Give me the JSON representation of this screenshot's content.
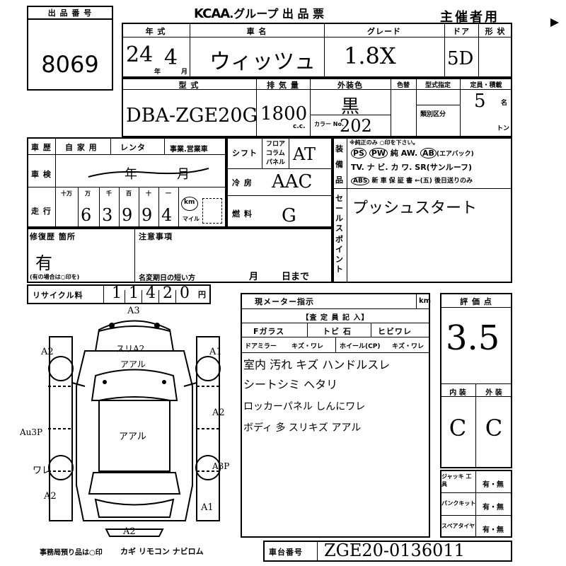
{
  "header": {
    "lot_label": "出 品 番 号",
    "lot_number": "8069",
    "brand": "KCAA",
    "title_rest": ".グループ 出 品 票",
    "organizer": "主催者用"
  },
  "row1": {
    "year_label": "年 式",
    "model_label": "車 名",
    "grade_label": "グレード",
    "door_label": "ドア",
    "shape_label": "形 状",
    "year_value": "24",
    "month_value": "4",
    "year_unit": "年",
    "month_unit": "月",
    "model_value": "ウィッツュ",
    "grade_value": "1.8X",
    "door_value": "5D"
  },
  "row2": {
    "type_label": "型 式",
    "displacement_label": "排 気 量",
    "color_label": "外装色",
    "color_plate_label": "色替",
    "type_designation_label": "型式指定",
    "capacity_label": "定員・積載",
    "class_label": "類別区分",
    "type_value": "DBA-ZGE20G",
    "displacement_value": "1800",
    "cc_unit": "c.c.",
    "color_value": "黒",
    "color_no_label": "カラー No.",
    "color_no_value": "202",
    "capacity_value": "5",
    "capacity_unit": "名",
    "load_unit": "トン"
  },
  "history": {
    "history_label": "車 歴",
    "private_label": "自 家 用",
    "rental_label": "レンタ",
    "business_label": "事業.営業車",
    "inspection_label": "車 検",
    "inspection_year": "年",
    "inspection_month": "月",
    "mileage_label": "走 行",
    "digit_labels": [
      "十万",
      "万",
      "千",
      "百",
      "十",
      "一"
    ],
    "mileage_digits": [
      "6",
      "3",
      "9",
      "9",
      "4"
    ],
    "km_label": "km",
    "mile_label": "マイル"
  },
  "specs": {
    "shift_label": "シフト",
    "floor_label": "フロア",
    "column_label": "コラム",
    "panel_label": "パネル",
    "shift_value": "AT",
    "ac_label": "冷 房",
    "ac_value": "AAC",
    "fuel_label": "燃 料",
    "fuel_value": "G"
  },
  "equipment": {
    "label_chars": [
      "装",
      "備",
      "品"
    ],
    "note": "※純正のみ ○印を下さい。",
    "line1_a": "PS",
    "line1_b": "PW",
    "line1_c": "純 AW.",
    "line1_d": "AB",
    "line1_e": "(エアバック)",
    "line2": "TV. ナ ビ. カ ワ. SR(サンルーフ)",
    "line3_a": "ABS",
    "line3_b": "新 車 保 証 書 ←(五) 後日送りのみ"
  },
  "sale_point": {
    "label_chars": [
      "セ",
      "ー",
      "ル",
      "ス",
      "ポ",
      "イ",
      "ン",
      "ト"
    ],
    "value": "プッシュスタート"
  },
  "repair": {
    "label": "修復歴 箇所",
    "value": "有",
    "note": "(有の場合は○印を)",
    "attention_label": "注意事項",
    "expiry_label": "名変期日の短い方",
    "expiry_month": "月",
    "expiry_day": "日まで"
  },
  "recycle": {
    "label": "リサイクル料",
    "digits": [
      "1",
      "1",
      "4",
      "2",
      "0"
    ],
    "unit": "円"
  },
  "inspection": {
    "meter_label": "現メーター指示",
    "meter_unit": "km",
    "inspector_label": "【査 定 員 記 入】",
    "glass_label": "Fガラス",
    "chip_label": "トビ 石",
    "crack_label": "ヒビワレ",
    "mirror_label": "ドアミラー",
    "mirror_value": "キズ・ワレ",
    "wheel_label": "ホイール(CP)",
    "wheel_value": "キズ・ワレ",
    "notes": [
      "室内 汚れ キズ ハンドルスレ",
      "シートシミ ヘタリ",
      "ロッカーパネル しんにワレ",
      "ボディ 多 スリキズ アアル"
    ]
  },
  "score": {
    "label": "評 価 点",
    "value": "3.5",
    "interior_label": "内 装",
    "exterior_label": "外 装",
    "interior_value": "C",
    "exterior_value": "C"
  },
  "tools": {
    "jack_label": "ジャッキ 工 具",
    "puncture_label": "パンクキット",
    "spare_label": "スペアタイヤ",
    "have_none": "有・無"
  },
  "diagram": {
    "labels": [
      "A3",
      "A2",
      "スリA2",
      "アアル",
      "A1",
      "A2",
      "Au3P",
      "アアル",
      "ワレ",
      "A3P",
      "A2",
      "A1",
      "A2"
    ]
  },
  "footer": {
    "office_note": "事務局預り品は○印",
    "items": "カギ リモコン ナビロム",
    "chassis_label": "車台番号",
    "chassis_value": "ZGE20-0136011"
  }
}
